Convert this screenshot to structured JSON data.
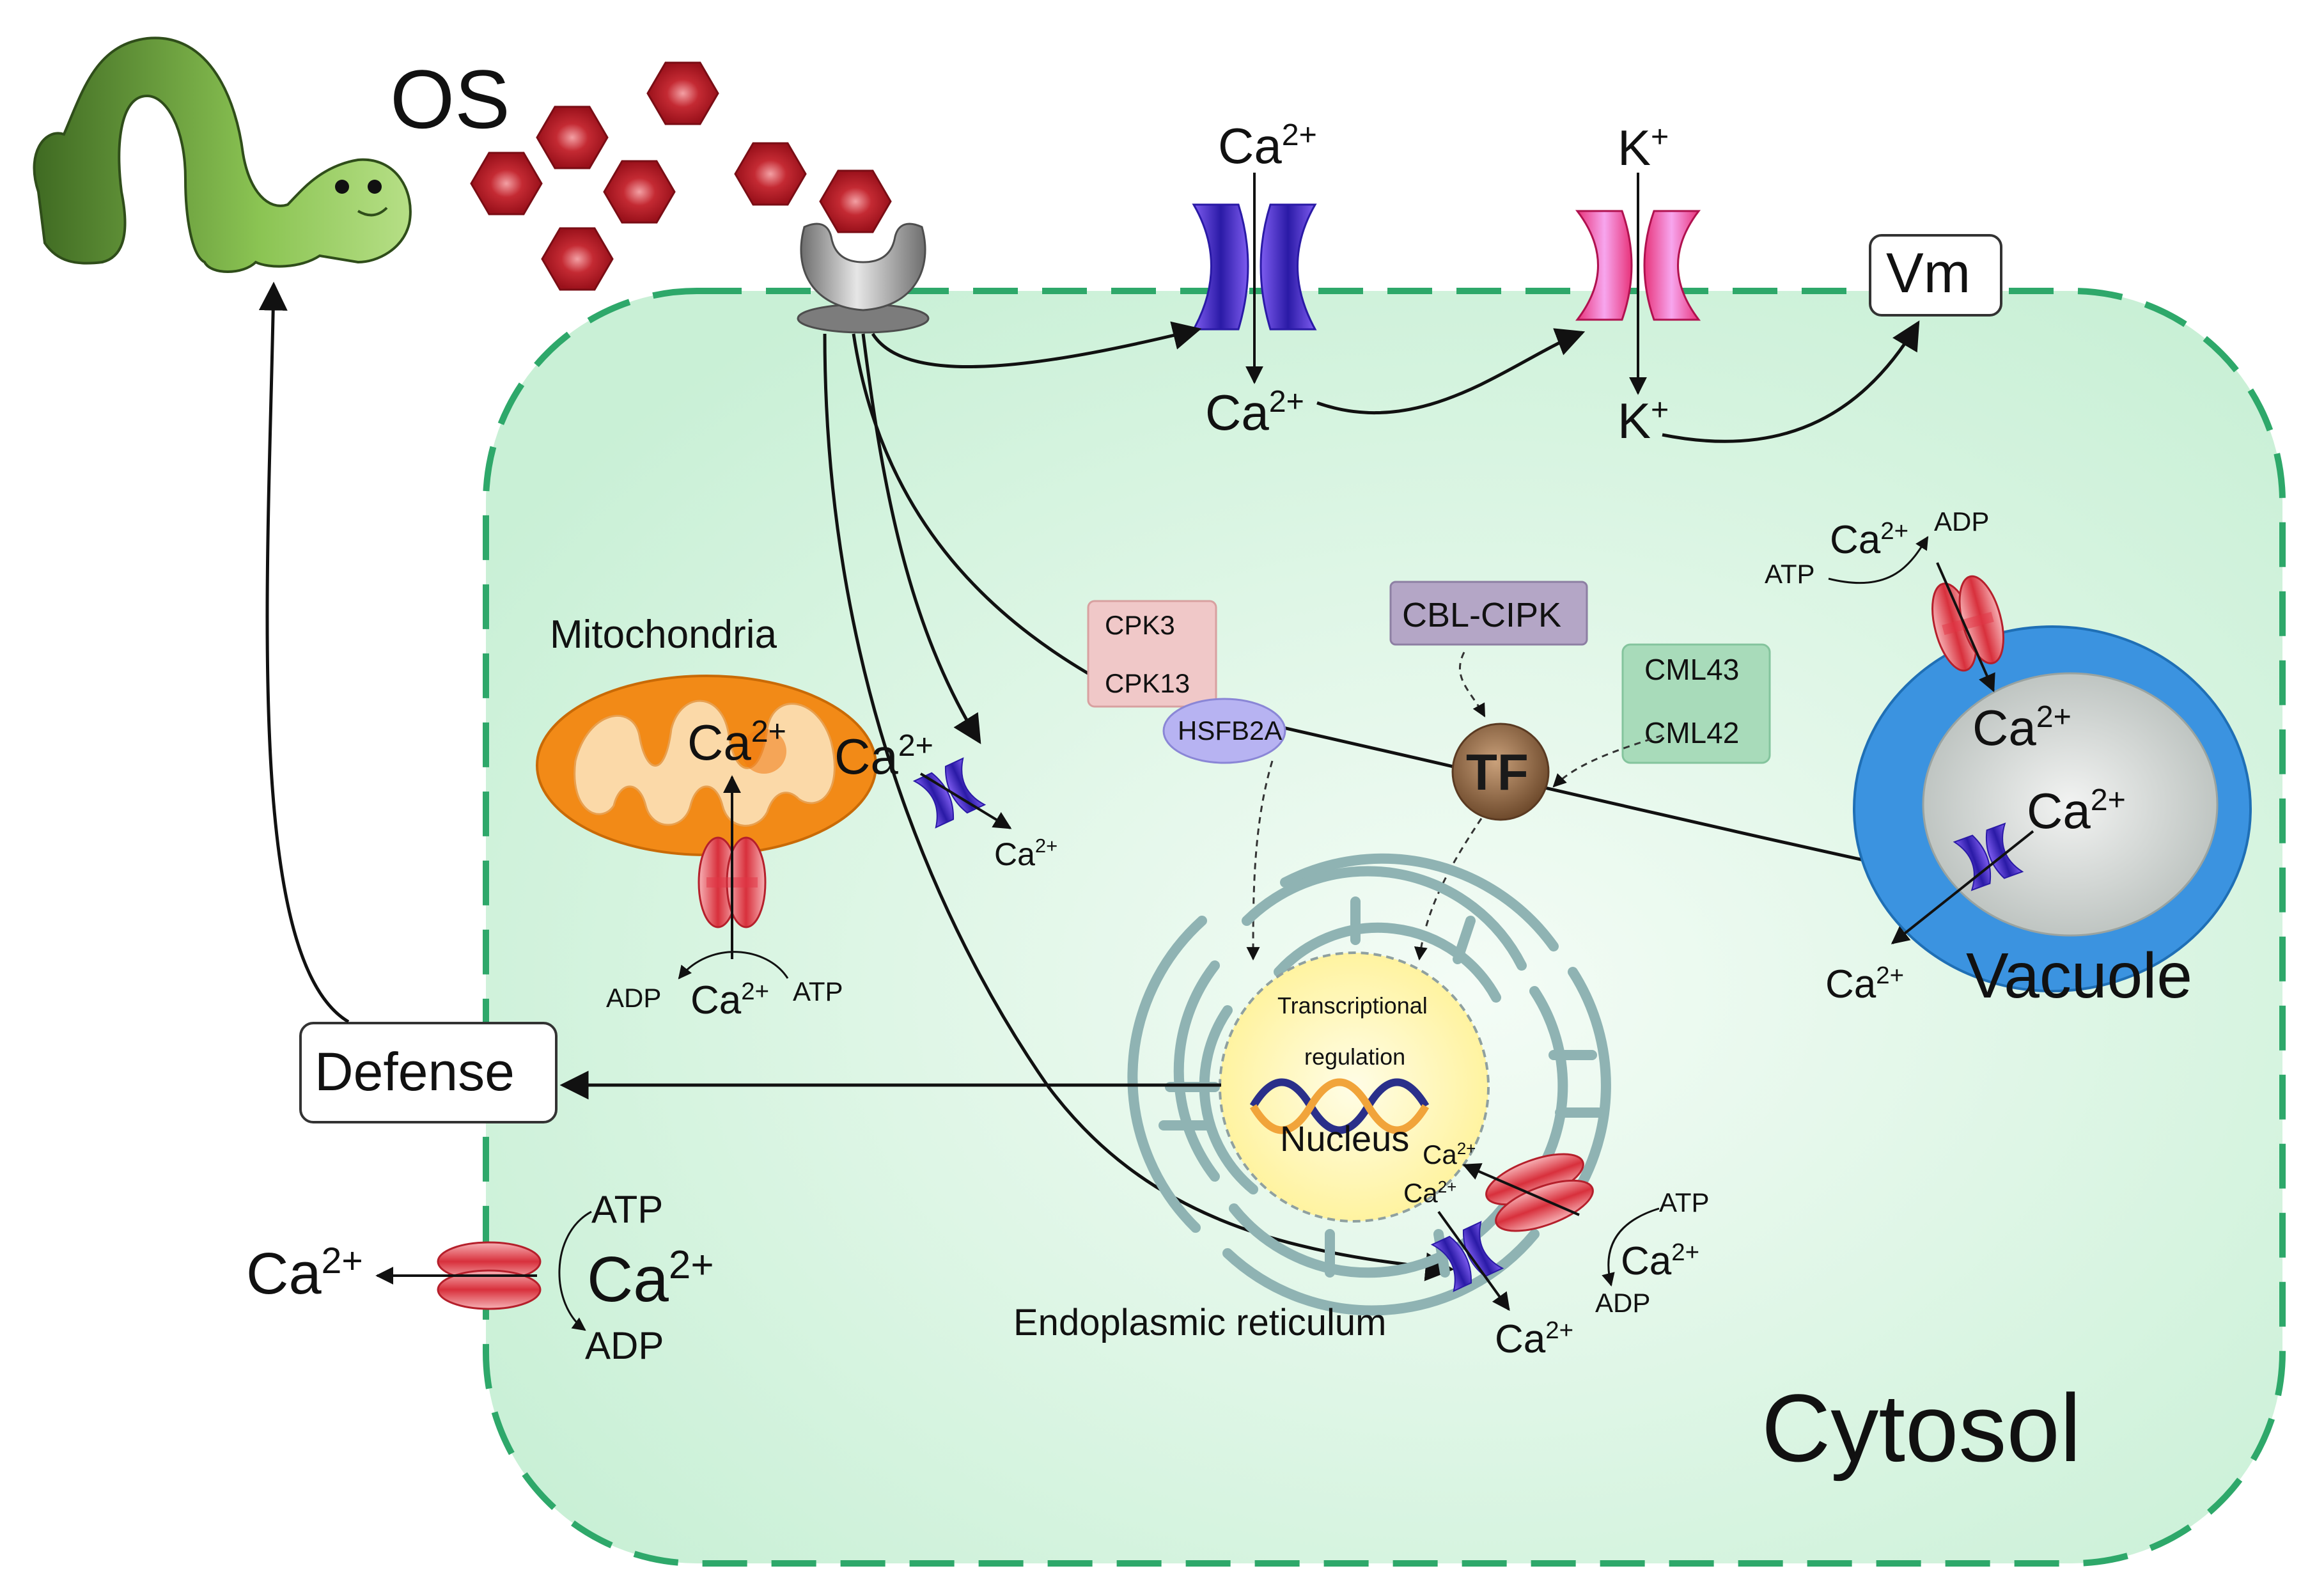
{
  "labels": {
    "os": "OS",
    "vm": "Vm",
    "defense": "Defense",
    "cytosol": "Cytosol",
    "mitochondria": "Mitochondria",
    "vacuole": "Vacuole",
    "nucleus": "Nucleus",
    "er": "Endoplasmic reticulum",
    "transcriptional_1": "Transcriptional",
    "transcriptional_2": "regulation",
    "tf": "TF",
    "cpk3": "CPK3",
    "cpk13": "CPK13",
    "hsfb2a": "HSFB2A",
    "cbl_cipk": "CBL-CIPK",
    "cml43": "CML43",
    "cml42": "CML42",
    "ca": "Ca",
    "ca_sup": "2+",
    "k": "K",
    "k_sup": "+",
    "atp": "ATP",
    "adp": "ADP"
  },
  "colors": {
    "cell_fill": "#d7f5e1",
    "cell_border": "#2ea86a",
    "hexagon": "#a8141e",
    "ca_channel": "#4a2fc6",
    "k_channel": "#d6195f",
    "atpase": "#e0404b",
    "mito_outer": "#f28a17",
    "mito_inner": "#fbd9a8",
    "vacuole_ring": "#3b93e0",
    "vacuole_lumen": "#cfd4d2",
    "nucleus": "#fff8b8",
    "er": "#8fb3b3",
    "tf": "#8c6543",
    "caterpillar": "#6bab3b",
    "receptor": "#8a8a8a"
  },
  "icons": [
    "caterpillar-icon",
    "elicitor-hexagon-icon",
    "receptor-icon",
    "calcium-channel-icon",
    "potassium-channel-icon",
    "ca-atpase-pump-icon",
    "dna-helix-icon"
  ]
}
